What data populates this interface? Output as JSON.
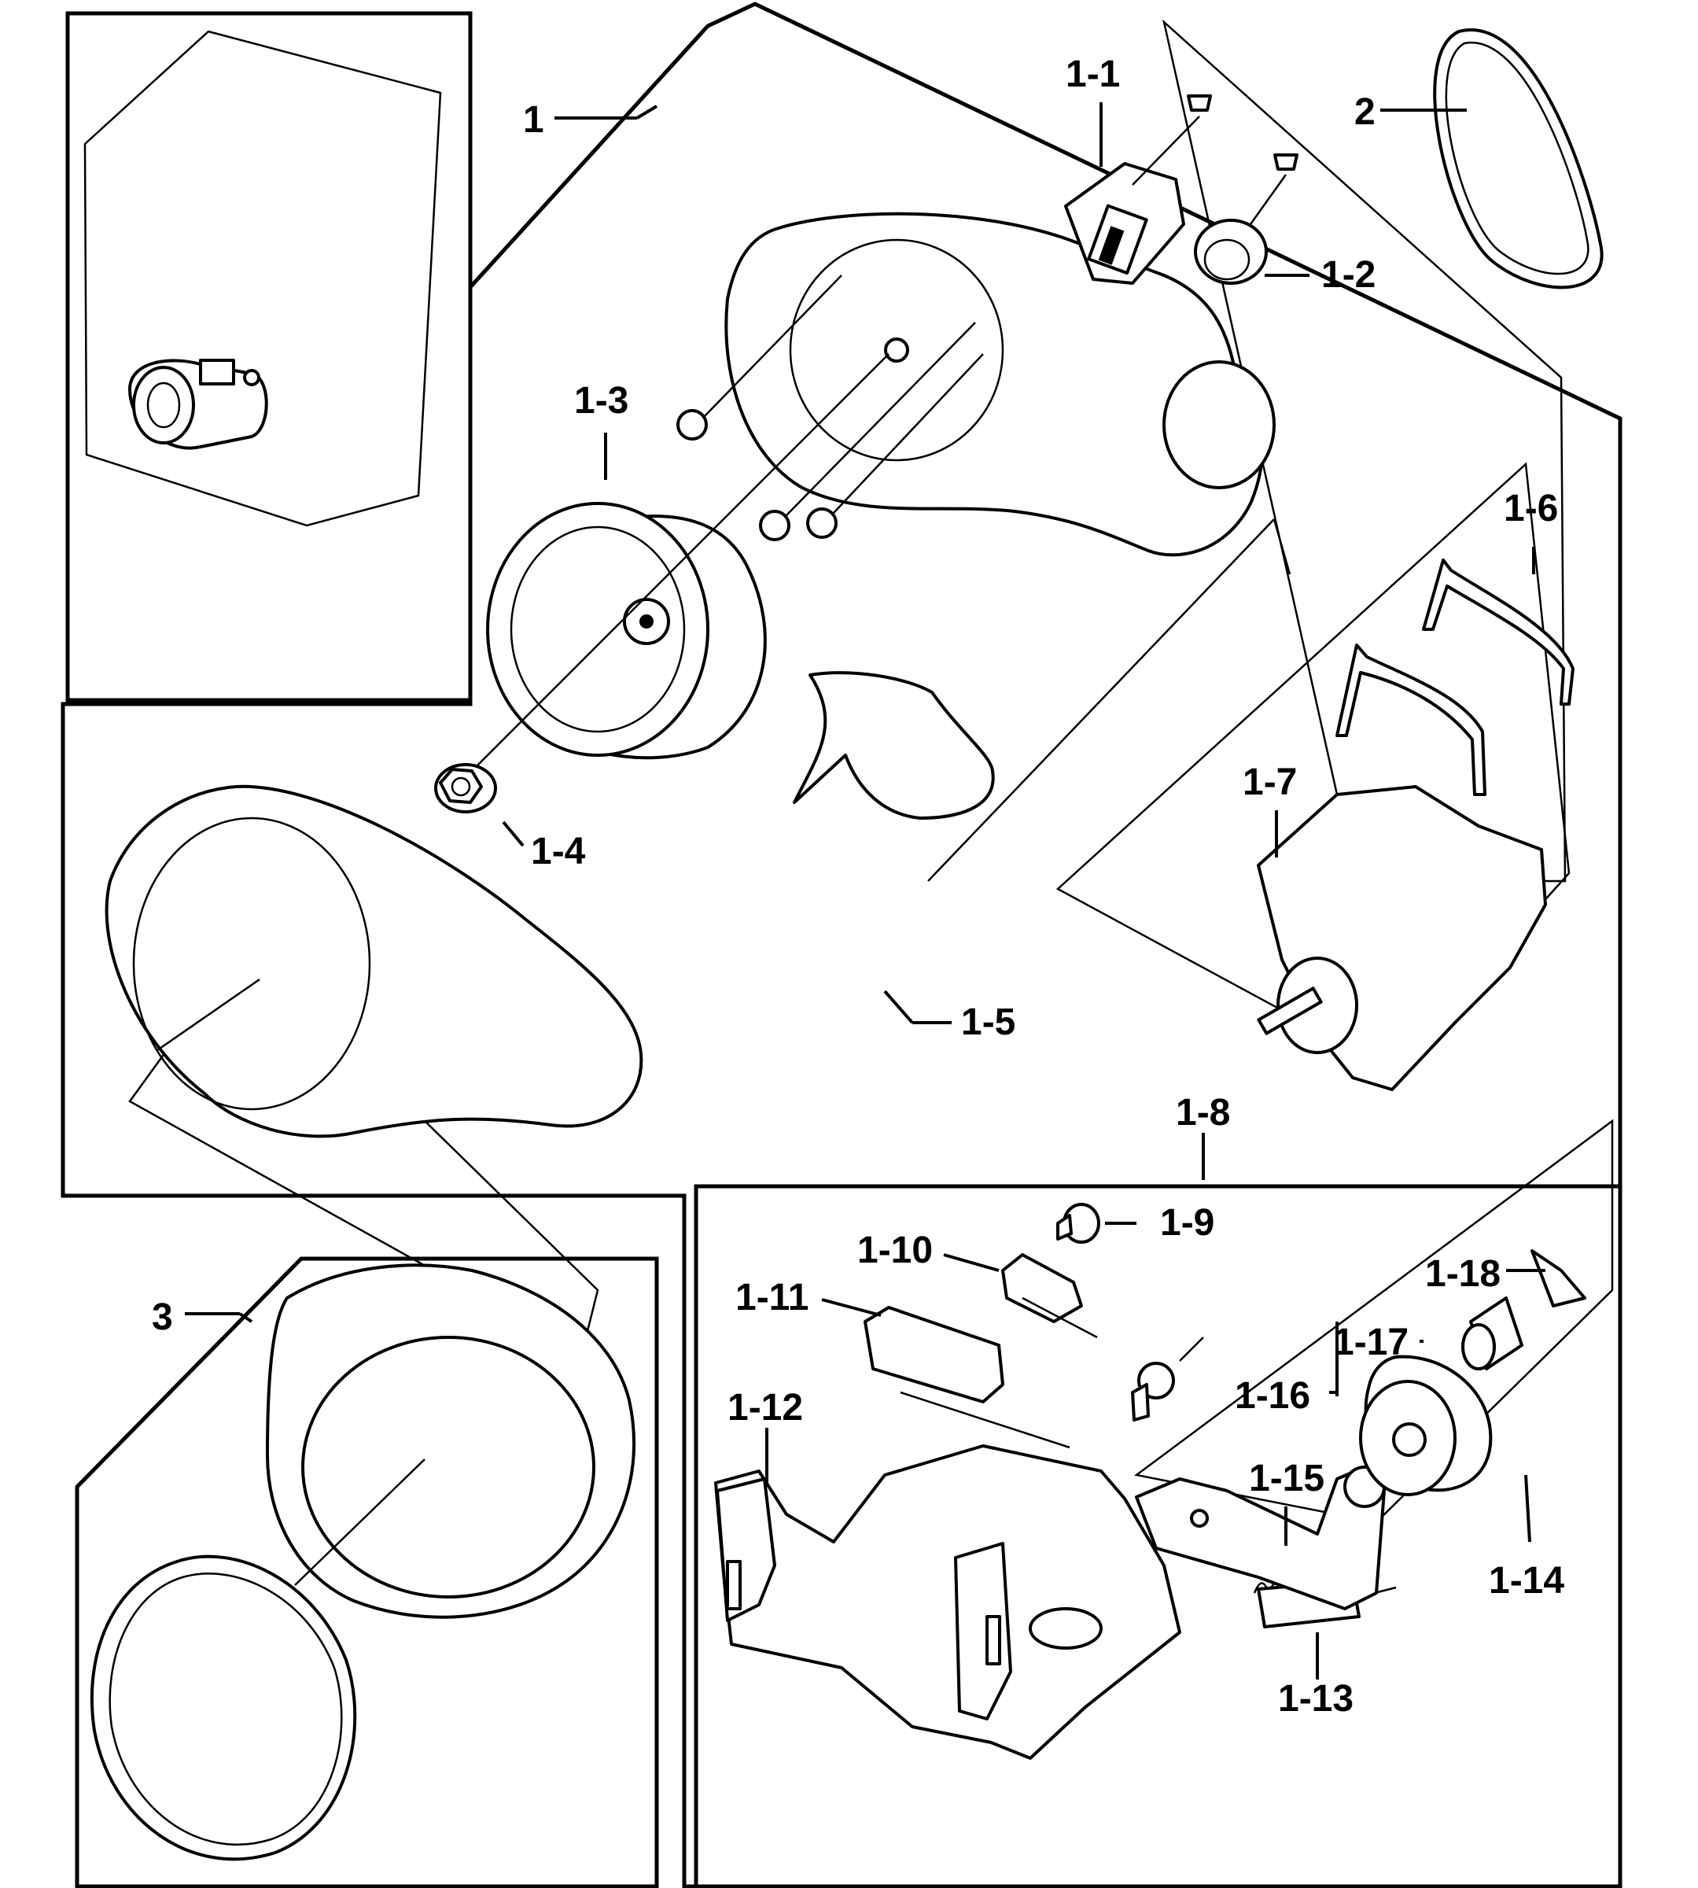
{
  "diagram": {
    "type": "exploded-parts-diagram",
    "background": "#ffffff",
    "ink": "#000000",
    "callouts": {
      "c1": "1",
      "c1_1": "1-1",
      "c1_2": "1-2",
      "c1_3": "1-3",
      "c1_4": "1-4",
      "c1_5": "1-5",
      "c1_6": "1-6",
      "c1_7": "1-7",
      "c1_8": "1-8",
      "c1_9": "1-9",
      "c1_10": "1-10",
      "c1_11": "1-11",
      "c1_12": "1-12",
      "c1_13": "1-13",
      "c1_14": "1-14",
      "c1_15": "1-15",
      "c1_16": "1-16",
      "c1_17": "1-17",
      "c1_18": "1-18",
      "c2": "2",
      "c3": "3"
    }
  }
}
